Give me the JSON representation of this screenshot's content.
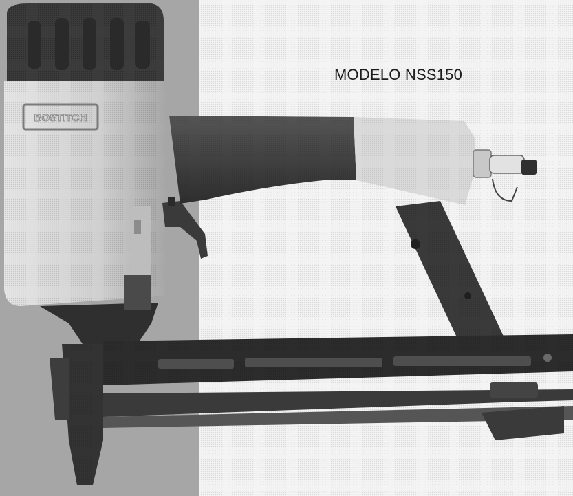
{
  "caption": {
    "model_label": "MODELO NSS150"
  },
  "photo": {
    "subject": "pneumatic stapler",
    "brand_plate_text": "BOSTITCH"
  },
  "colors": {
    "left_panel": "#c9c9c9",
    "tool_dark": "#3a3a3a",
    "tool_body": "#cfcfcf"
  }
}
